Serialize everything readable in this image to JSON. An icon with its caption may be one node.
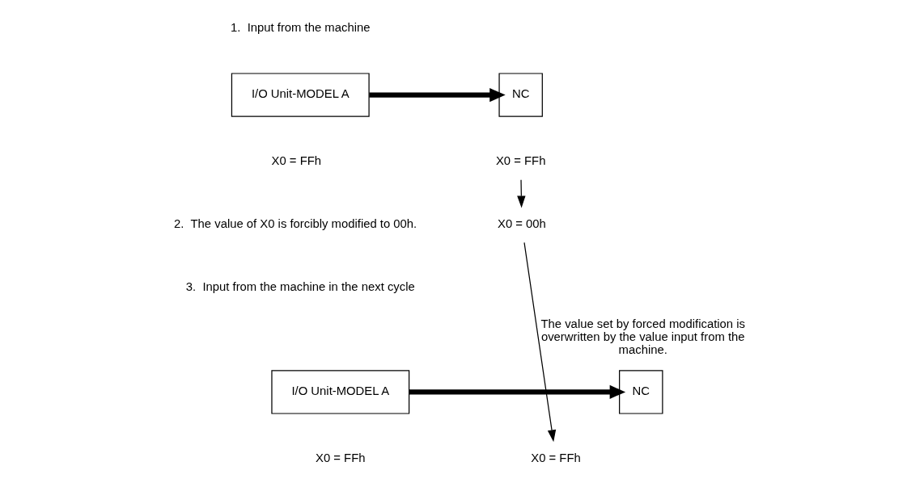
{
  "diagram": {
    "nodes": [
      {
        "text": [
          "I/O Unit-MODEL A"
        ],
        "beside": [
          "X0 = FFh"
        ]
      },
      {
        "text": [
          "NC"
        ]
      },
      {
        "text": [
          "X0 = FFh"
        ]
      },
      {
        "text": [
          "X0 = 00h"
        ]
      },
      {
        "text": [
          "I/O Unit-MODEL A"
        ],
        "beside": [
          "X0 = FFh"
        ]
      },
      {
        "text": [
          "NC"
        ]
      },
      {
        "text": [
          "X0 = FFh"
        ]
      }
    ],
    "edges": [
      {
        "from": 0,
        "to": 1,
        "arrow": "to",
        "style": "thick"
      },
      {
        "from": 2,
        "to": 3,
        "arrow": "to"
      },
      {
        "from": 3,
        "to": 6,
        "arrow": "to",
        "label": "The value set by forced modification is overwritten by the value input from the machine."
      },
      {
        "from": 4,
        "to": 5,
        "arrow": "to",
        "style": "thick"
      }
    ],
    "labels": [
      "1.  Input from the machine",
      "2.  The value of X0 is forcibly modified to 00h.",
      "3.  Input from the machine in the next cycle"
    ]
  }
}
